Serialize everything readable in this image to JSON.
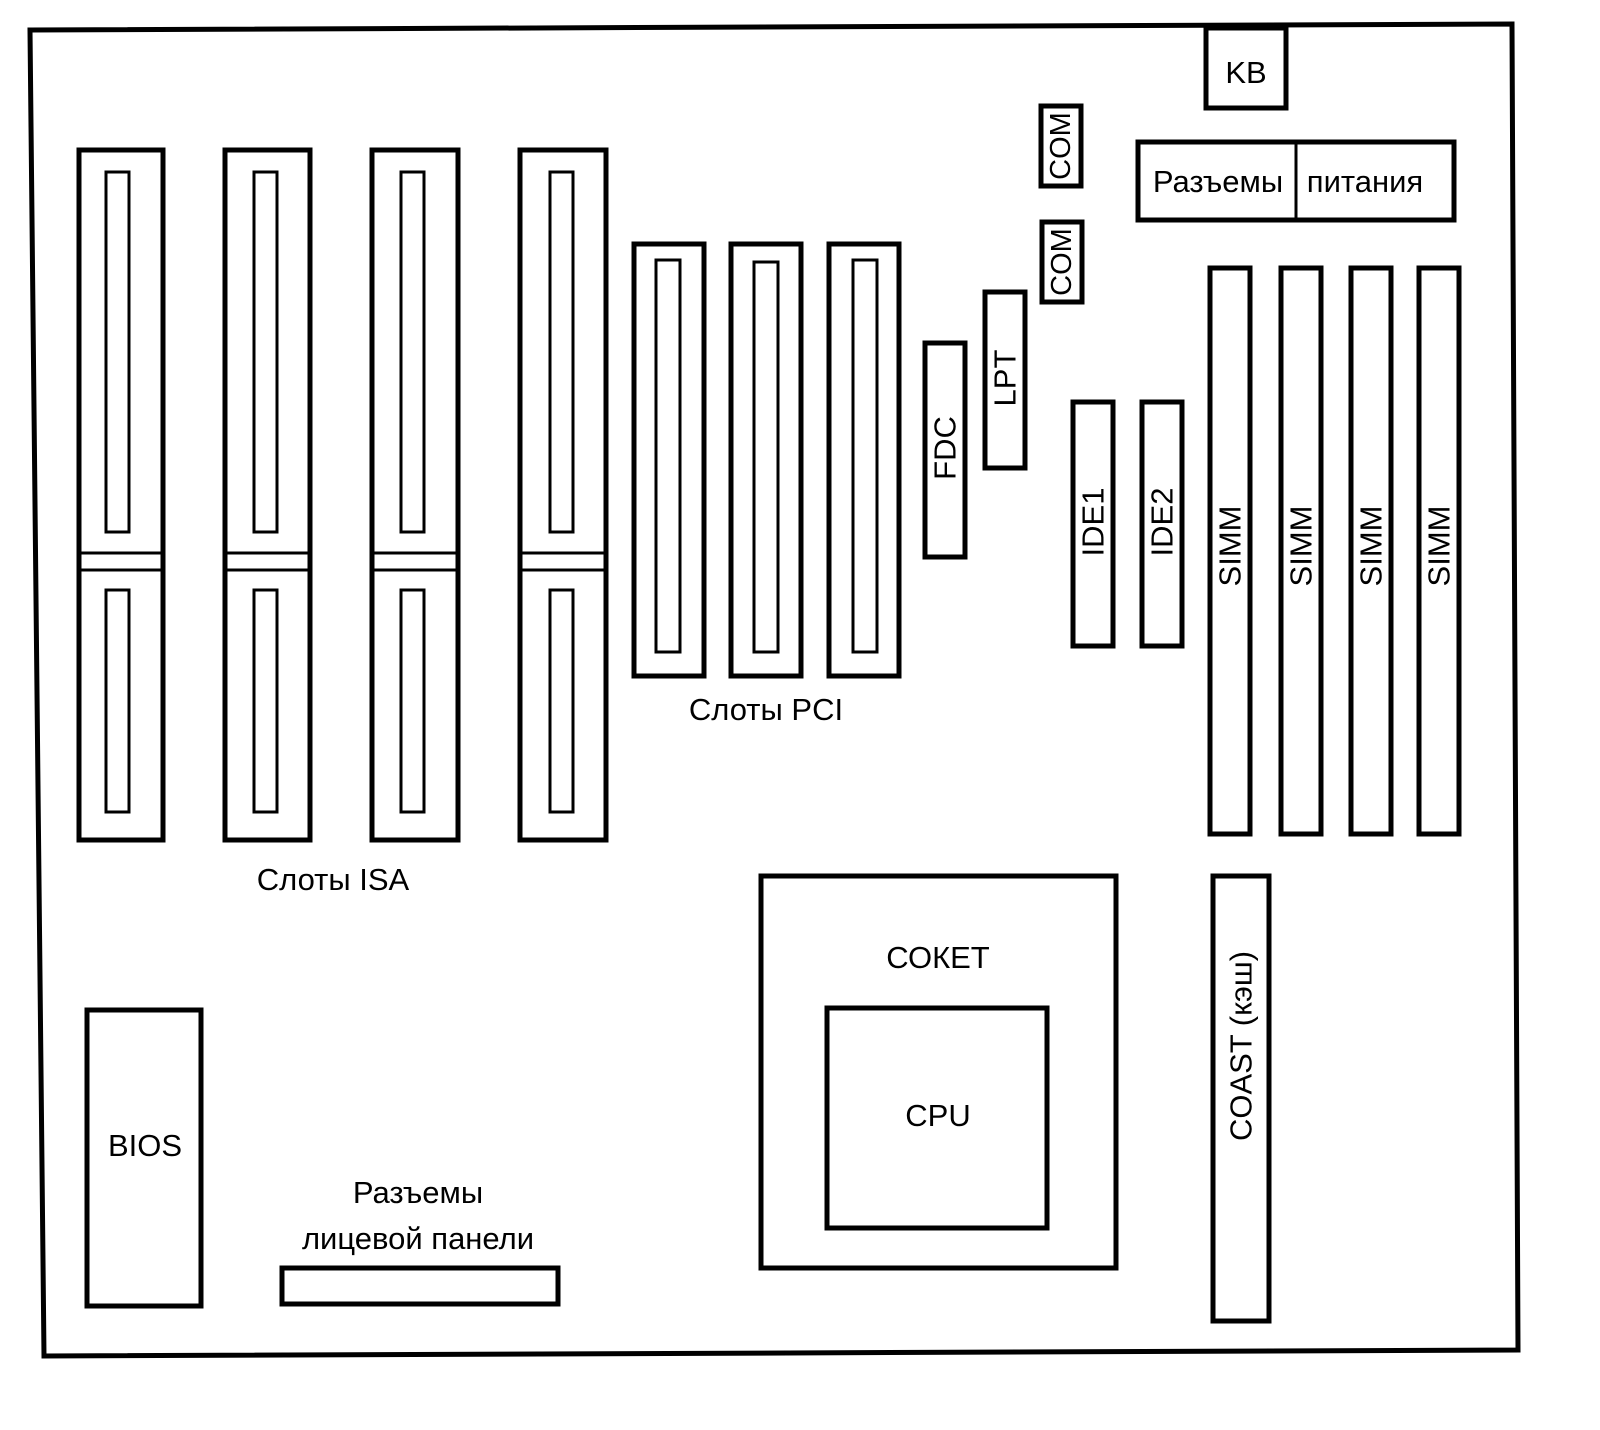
{
  "labels": {
    "kb": "KB",
    "com1": "COM",
    "com2": "COM",
    "power": [
      "Разъемы",
      "питания"
    ],
    "lpt": "LPT",
    "fdc": "FDC",
    "ide1": "IDE1",
    "ide2": "IDE2",
    "simm": [
      "SIMM",
      "SIMM",
      "SIMM",
      "SIMM"
    ],
    "pci_slots": "Слоты PCI",
    "isa_slots": "Слоты ISA",
    "socket": "СОКЕТ",
    "cpu": "CPU",
    "coast": "COAST (кэш)",
    "bios": "BIOS",
    "front_panel": [
      "Разъемы",
      "лицевой панели"
    ]
  }
}
